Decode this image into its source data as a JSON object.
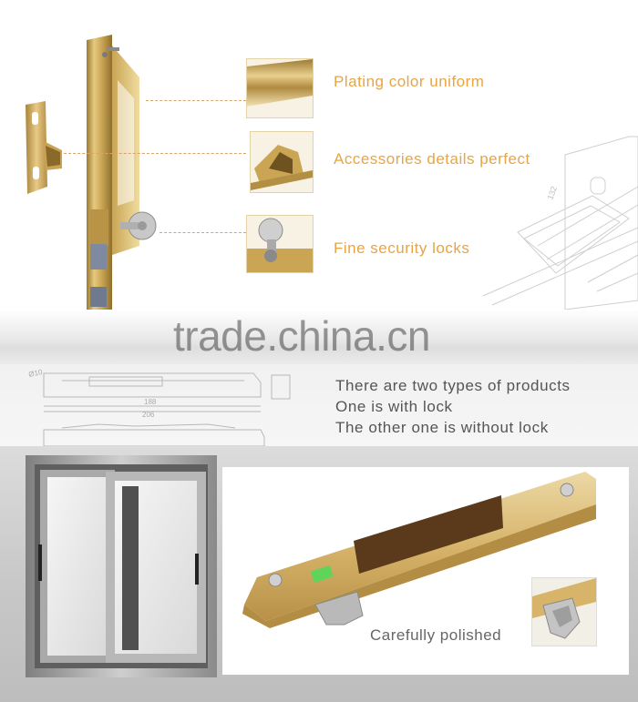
{
  "features": [
    {
      "label": "Plating color uniform"
    },
    {
      "label": "Accessories details perfect"
    },
    {
      "label": "Fine security locks"
    }
  ],
  "watermark": "trade.china.cn",
  "description": [
    "There are two types of products",
    "One is with lock",
    "The other one is without lock"
  ],
  "detail_caption": "Carefully polished",
  "colors": {
    "accent_text": "#e9a443",
    "gold": "#d4ad5c",
    "gold_dark": "#a9843a",
    "window_frame": "#9a9a9a",
    "body_text": "#555555"
  },
  "icons": [
    "lock-icon",
    "key-icon",
    "screw-icon",
    "latch-icon"
  ]
}
